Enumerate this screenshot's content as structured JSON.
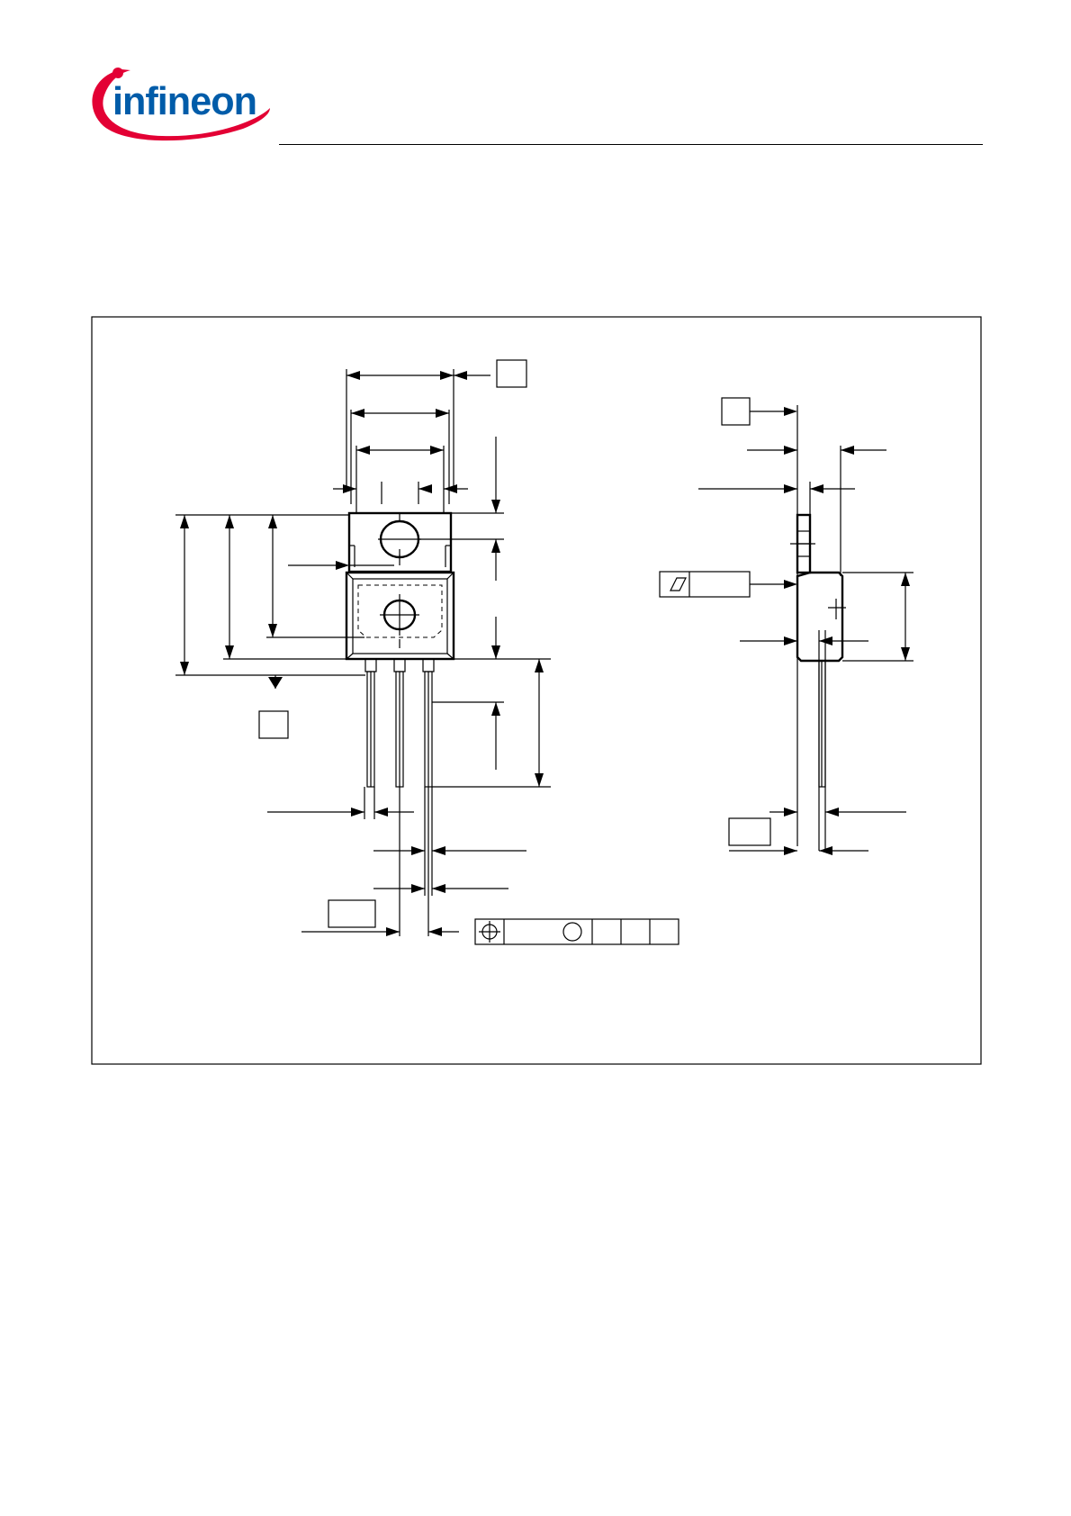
{
  "brand": {
    "name": "infineon",
    "primary_color": "#005CA9",
    "swoosh_color": "#E30034"
  },
  "drawing": {
    "views": [
      "front-view",
      "side-view"
    ],
    "line_color": "#000000"
  }
}
